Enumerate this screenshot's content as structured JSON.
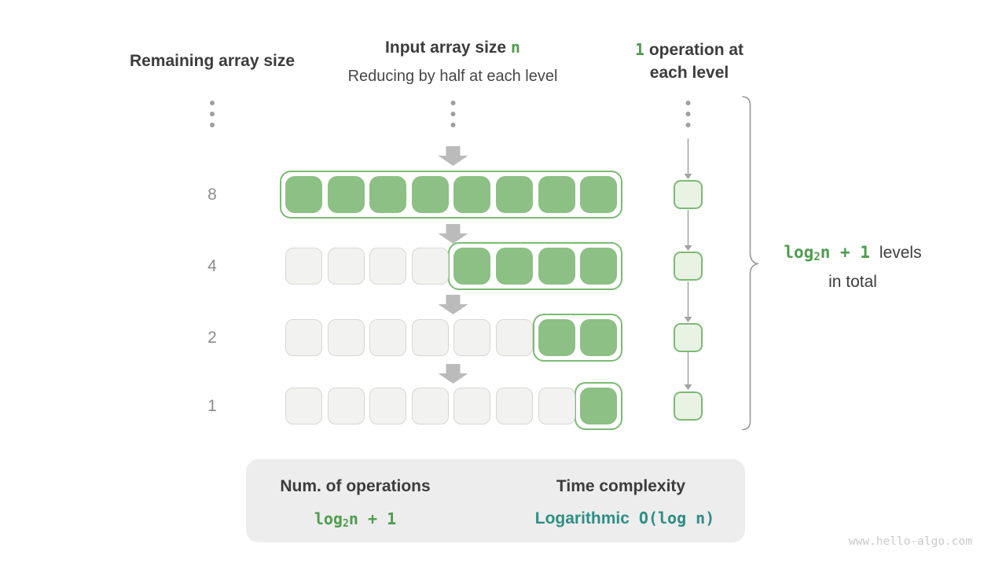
{
  "headers": {
    "left": "Remaining array size",
    "middle_title": "Input array size ",
    "middle_title_var": "n",
    "middle_subtitle": "Reducing by half at each level",
    "right_line1_num": "1",
    "right_line1": " operation at",
    "right_line2": "each level"
  },
  "formula": {
    "prefix": "log",
    "sub": "2",
    "rest": "n + 1"
  },
  "levels_note": {
    "suffix": "levels",
    "line2": "in total"
  },
  "rows": [
    {
      "label": "8",
      "total_cells": 8,
      "highlighted_cells": 8
    },
    {
      "label": "4",
      "total_cells": 8,
      "highlighted_cells": 4
    },
    {
      "label": "2",
      "total_cells": 8,
      "highlighted_cells": 2
    },
    {
      "label": "1",
      "total_cells": 8,
      "highlighted_cells": 1
    }
  ],
  "operations_column": {
    "box_count": 4
  },
  "summary": {
    "left_title": "Num. of operations",
    "right_title": "Time complexity",
    "right_value_name": "Logarithmic",
    "right_value_notation": "O(log n)"
  },
  "watermark": "www.hello-algo.com",
  "colors": {
    "green_fill": "#8cc084",
    "green_border": "#7cba74",
    "pale_green_fill": "#e9f3e5",
    "green_text": "#4f9c4f",
    "teal_text": "#2e8e85",
    "gray_cell_fill": "#f2f2f0",
    "gray_cell_border": "#d7d7d5",
    "dark_text": "#3c3c3c",
    "row_label_gray": "#8c8c8c",
    "block_arrow_gray": "#bbbbbb",
    "summary_bg": "#ededed",
    "watermark_gray": "#c9c9c9"
  }
}
